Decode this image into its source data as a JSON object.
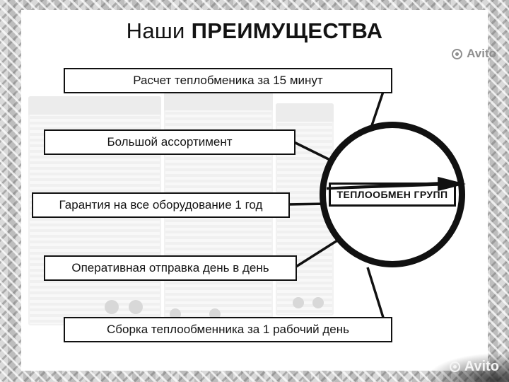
{
  "title": {
    "normal": "Наши",
    "bold": "ПРЕИМУЩЕСТВА"
  },
  "advantages": [
    "Расчет теплобменика за 15 минут",
    "Большой ассортимент",
    "Гарантия на все оборудование 1 год",
    "Оперативная отправка день в день",
    "Сборка теплообменника за 1 рабочий день"
  ],
  "logo": {
    "company": "ТЕПЛООБМЕН ГРУПП"
  },
  "watermark": {
    "top": "Avito",
    "bottom": "Avito"
  },
  "colors": {
    "ink": "#111111",
    "panel": "#ffffff",
    "texture": "#c9c9c9",
    "watermark_gray": "#8f8f8f"
  }
}
